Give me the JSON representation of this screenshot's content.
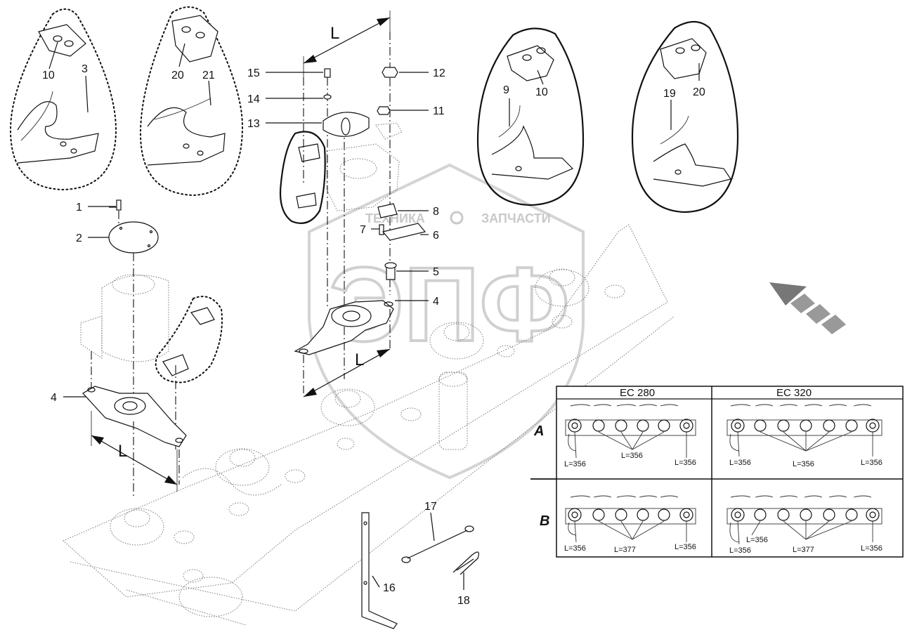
{
  "callouts": {
    "p1": "1",
    "p2": "2",
    "p3": "3",
    "p4a": "4",
    "p4b": "4",
    "p5": "5",
    "p6": "6",
    "p7": "7",
    "p8": "8",
    "p9": "9",
    "p10a": "10",
    "p10b": "10",
    "p11": "11",
    "p12": "12",
    "p13": "13",
    "p14": "14",
    "p15": "15",
    "p16": "16",
    "p17": "17",
    "p18": "18",
    "p19": "19",
    "p20a": "20",
    "p20b": "20",
    "p21": "21"
  },
  "dimension_label": "L",
  "watermark": {
    "left": "ТЕХНИКА",
    "right": "ЗАПЧАСТИ",
    "emblem": "ЭПФ"
  },
  "spacing_table": {
    "columns": [
      "EC 280",
      "EC 320"
    ],
    "rows": [
      {
        "label": "A",
        "cells": [
          [
            "L=356",
            "L=356",
            "L=356"
          ],
          [
            "L=356",
            "L=356",
            "L=356"
          ]
        ]
      },
      {
        "label": "B",
        "cells": [
          [
            "L=356",
            "L=377",
            "L=356"
          ],
          [
            "L=356",
            "L=356",
            "L=377",
            "L=356"
          ]
        ]
      }
    ]
  }
}
